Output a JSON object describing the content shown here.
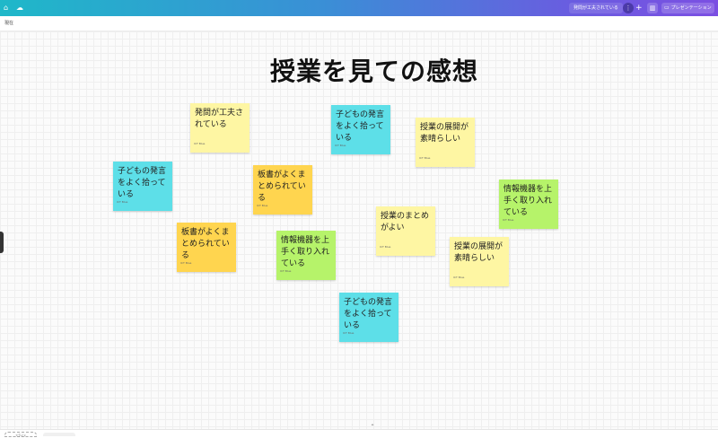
{
  "topbar": {
    "doc_title": "発問が工夫されている",
    "avatar_icon": "more-vertical-icon",
    "plus_label": "+",
    "present_label": "プレゼンテーション"
  },
  "subbar": {
    "label": "現在"
  },
  "board": {
    "title": "授業を見ての感想",
    "notes": [
      {
        "text": "発問が工夫さ\nれている",
        "author": "ICT Blue",
        "color": "#fef6a3"
      },
      {
        "text": "子どもの発言\nをよく拾って\nいる",
        "author": "ICT Blue",
        "color": "#5ddfe8"
      },
      {
        "text": "授業の展開が\n素晴らしい",
        "author": "ICT Blue",
        "color": "#fef6a3"
      },
      {
        "text": "子どもの発言\nをよく拾って\nいる",
        "author": "ICT Blue",
        "color": "#5ddfe8"
      },
      {
        "text": "板書がよくま\nとめられてい\nる",
        "author": "ICT Blue",
        "color": "#ffd54f"
      },
      {
        "text": "情報機器を上\n手く取り入れ\nている",
        "author": "ICT Blue",
        "color": "#b6f36a"
      },
      {
        "text": "授業のまとめ\nがよい",
        "author": "ICT Blue",
        "color": "#fef6a3"
      },
      {
        "text": "板書がよくま\nとめられてい\nる",
        "author": "ICT Blue",
        "color": "#ffd54f"
      },
      {
        "text": "情報機器を上\n手く取り入れ\nている",
        "author": "ICT Blue",
        "color": "#b6f36a"
      },
      {
        "text": "授業の展開が\n素晴らしい",
        "author": "ICT Blue",
        "color": "#fef6a3"
      },
      {
        "text": "子どもの発言\nをよく拾って\nいる",
        "author": "ICT Blue",
        "color": "#5ddfe8"
      }
    ]
  },
  "bottombar": {
    "page_thumb_label": "スライド"
  }
}
